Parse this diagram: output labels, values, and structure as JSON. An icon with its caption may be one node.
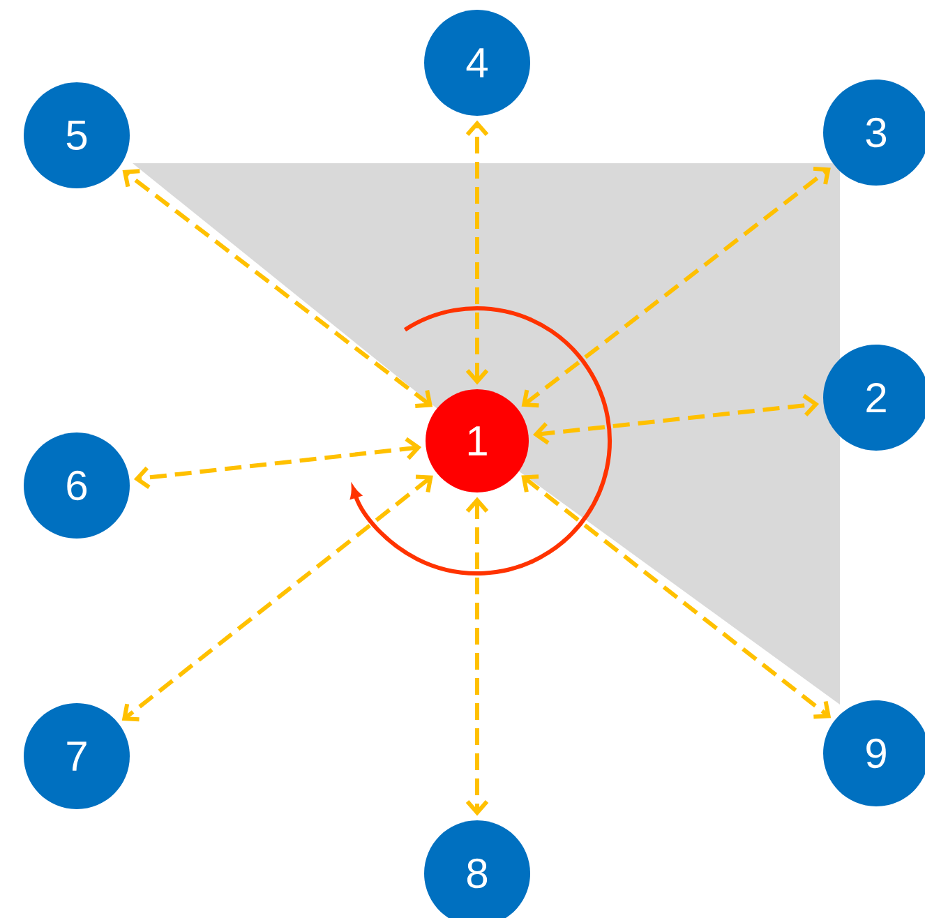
{
  "diagram": {
    "nodes": [
      {
        "text": [
          "1"
        ]
      },
      {
        "text": [
          "2"
        ]
      },
      {
        "text": [
          "3"
        ]
      },
      {
        "text": [
          "4"
        ]
      },
      {
        "text": [
          "5"
        ]
      },
      {
        "text": [
          "6"
        ]
      },
      {
        "text": [
          "7"
        ]
      },
      {
        "text": [
          "8"
        ]
      },
      {
        "text": [
          "9"
        ]
      }
    ],
    "edges": [
      {
        "from": 0,
        "to": 1,
        "arrow": "both",
        "style": "dashed"
      },
      {
        "from": 0,
        "to": 2,
        "arrow": "both",
        "style": "dashed"
      },
      {
        "from": 0,
        "to": 3,
        "arrow": "both",
        "style": "dashed"
      },
      {
        "from": 0,
        "to": 4,
        "arrow": "both",
        "style": "dashed"
      },
      {
        "from": 0,
        "to": 5,
        "arrow": "both",
        "style": "dashed"
      },
      {
        "from": 0,
        "to": 6,
        "arrow": "both",
        "style": "dashed"
      },
      {
        "from": 0,
        "to": 7,
        "arrow": "both",
        "style": "dashed"
      },
      {
        "from": 0,
        "to": 8,
        "arrow": "both",
        "style": "dashed"
      }
    ]
  }
}
